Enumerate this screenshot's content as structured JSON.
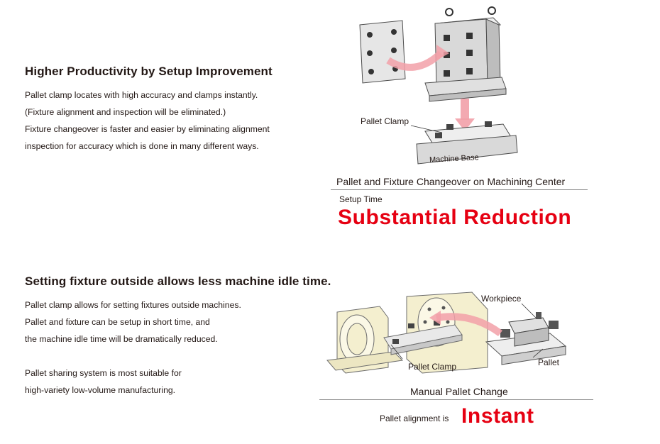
{
  "section1": {
    "heading": "Higher Productivity by Setup Improvement",
    "lines": [
      "Pallet clamp locates with high accuracy and clamps instantly.",
      "(Fixture alignment and inspection will be eliminated.)",
      "Fixture changeover is faster and easier by eliminating alignment",
      "inspection for accuracy which is done in many different ways."
    ],
    "figure": {
      "label_clamp": "Pallet Clamp",
      "label_base": "Machine Base",
      "caption": "Pallet and Fixture Changeover on Machining Center"
    },
    "result_label": "Setup Time",
    "result_value": "Substantial Reduction"
  },
  "section2": {
    "heading": "Setting fixture outside allows less machine idle time.",
    "lines": [
      "Pallet clamp allows for setting fixtures outside machines.",
      "Pallet and fixture can be setup in short time, and",
      "the machine idle time will be dramatically reduced."
    ],
    "lines2": [
      "Pallet sharing system is most suitable for",
      "high-variety low-volume manufacturing."
    ],
    "figure": {
      "label_workpiece": "Workpiece",
      "label_clamp": "Pallet Clamp",
      "label_pallet": "Pallet",
      "caption": "Manual Pallet Change"
    },
    "result_label": "Pallet alignment is",
    "result_value": "Instant"
  },
  "colors": {
    "accent_red": "#e60012",
    "arrow_pink": "#f2a0a8",
    "machine_yellow": "#f4efcf",
    "machine_gray": "#d9d9d9"
  }
}
